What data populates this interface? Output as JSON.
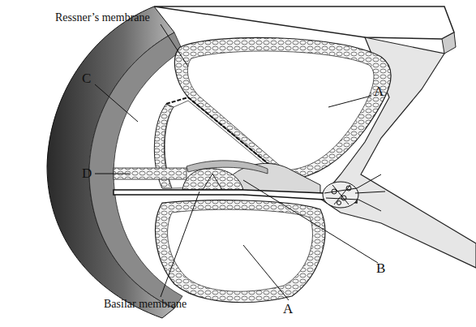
{
  "diagram": {
    "labels": [
      "Ressner’s membrane",
      "C",
      "A",
      "D",
      "B",
      "Basilar membrane",
      "A"
    ]
  }
}
